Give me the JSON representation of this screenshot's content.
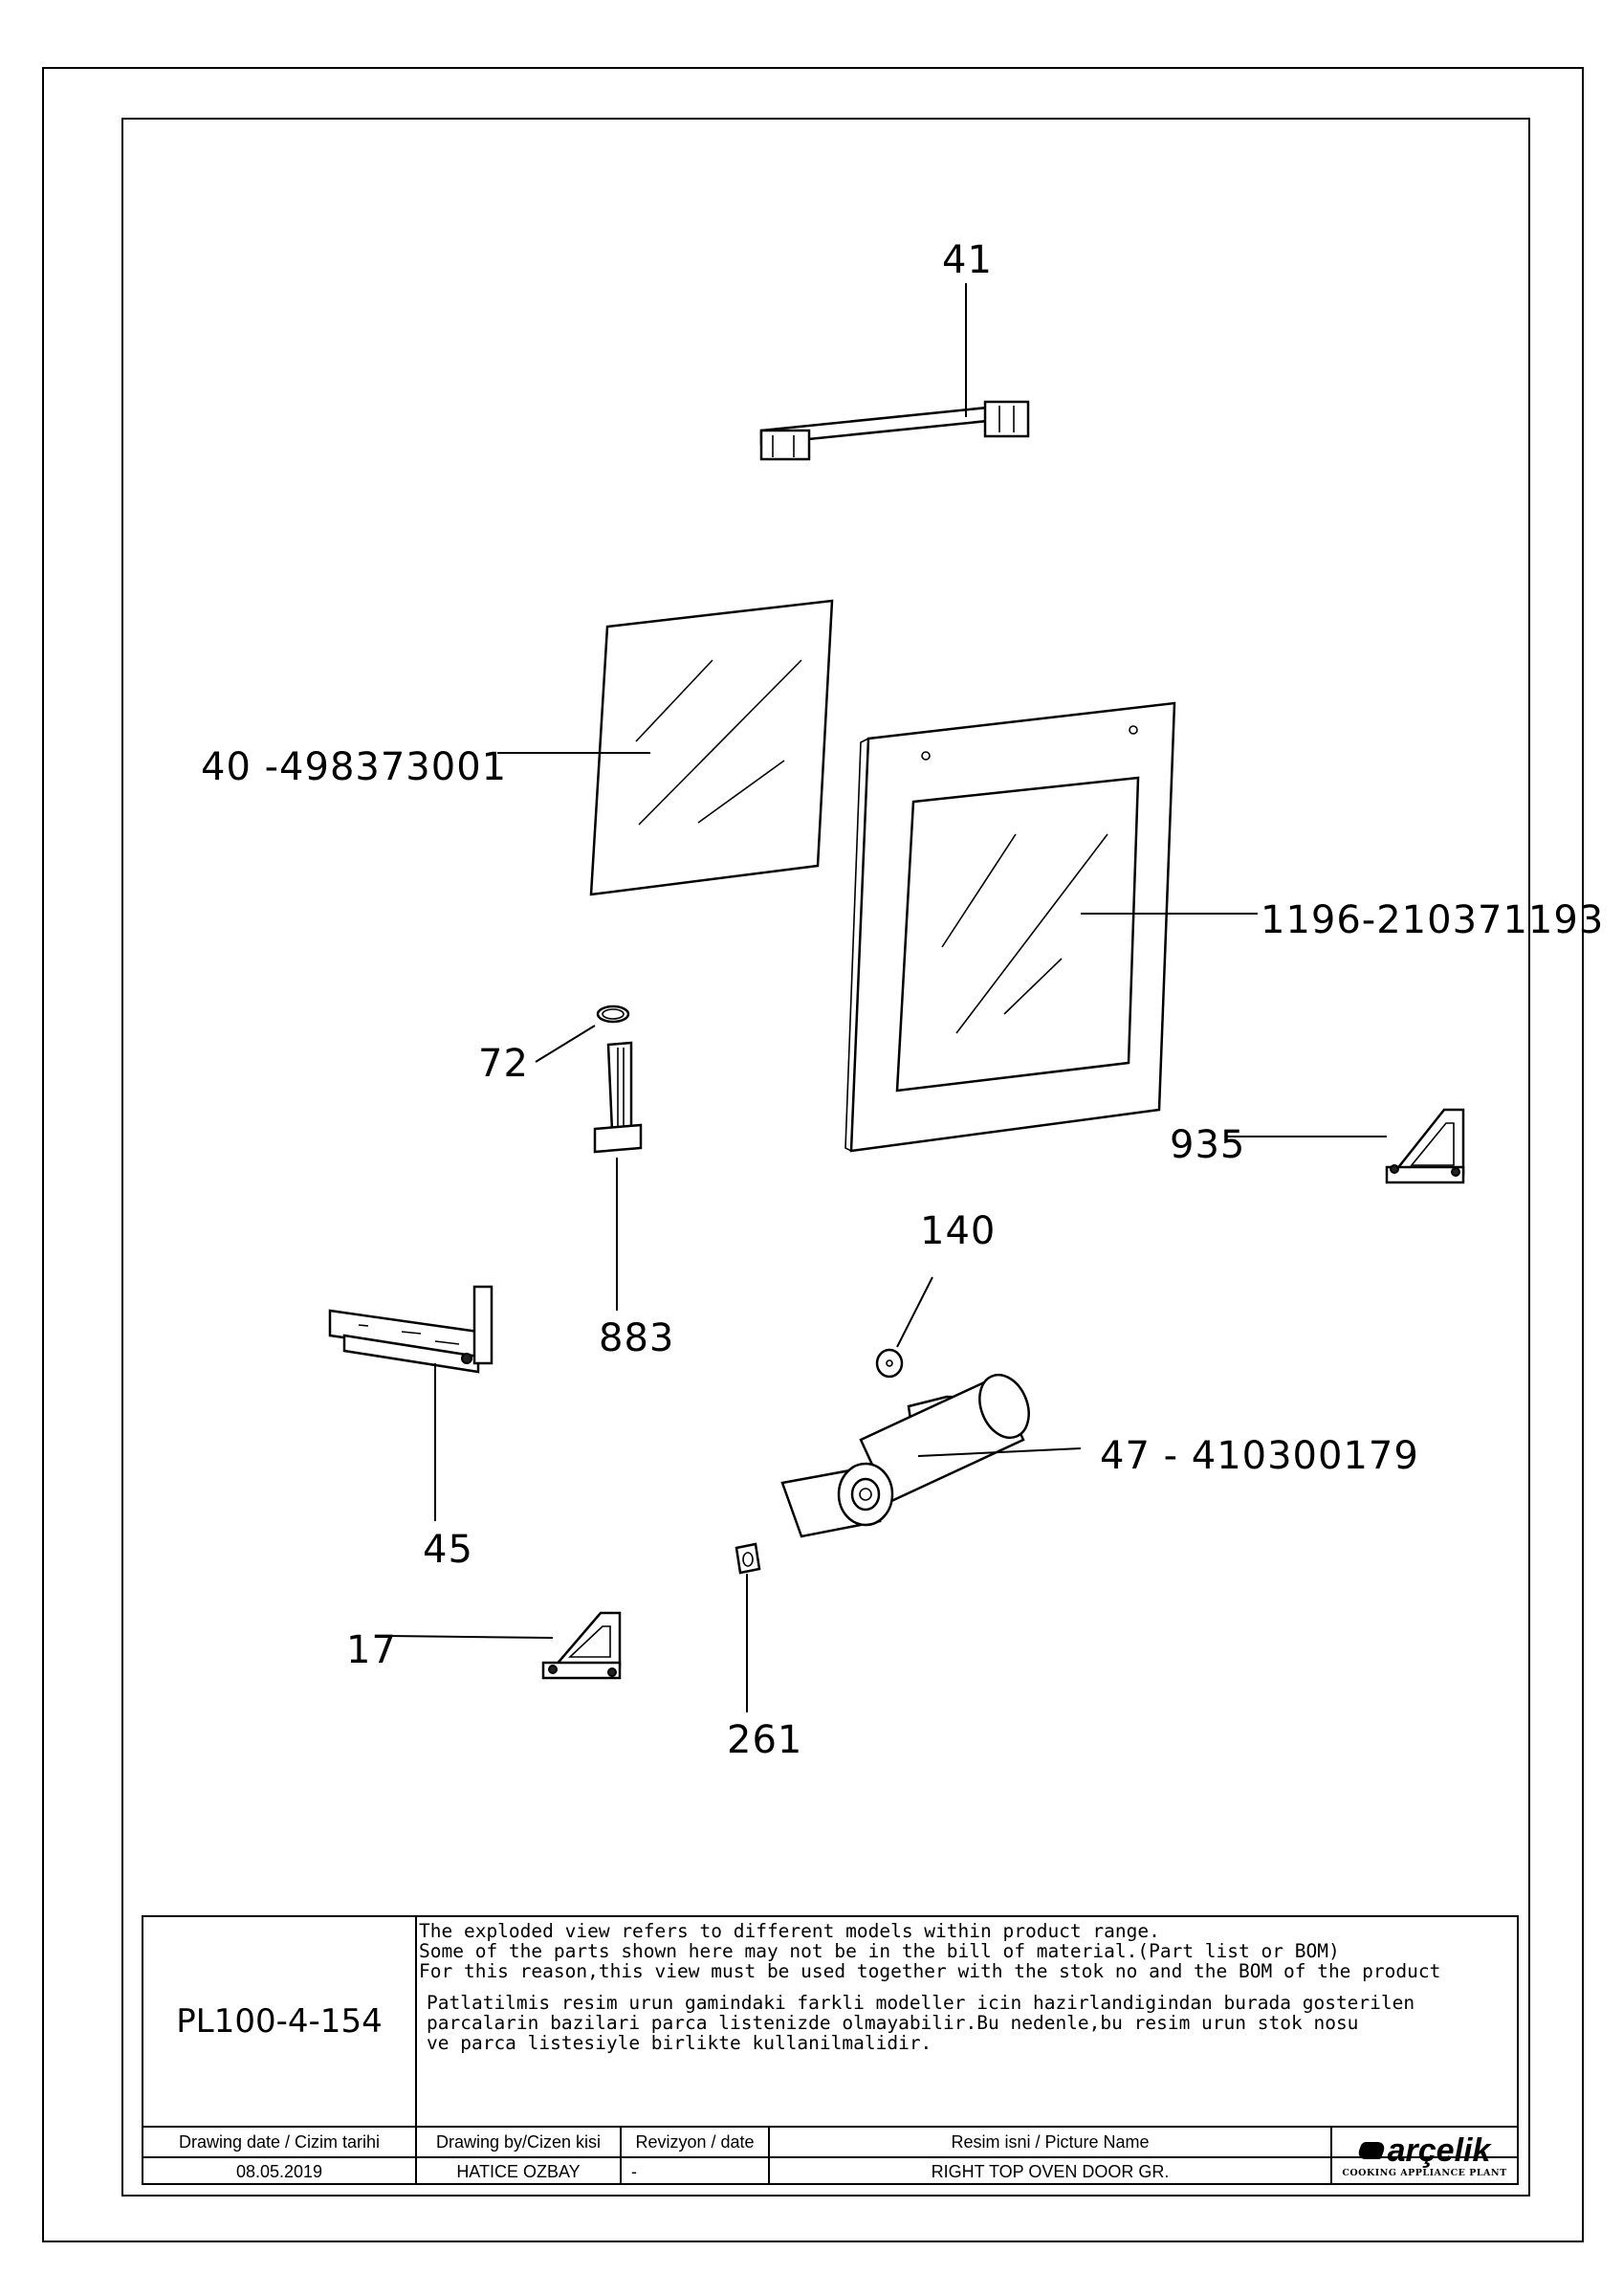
{
  "callouts": {
    "c41": "41",
    "c40": "40 -498373001",
    "c1196": "1196-210371193",
    "c72": "72",
    "c935": "935",
    "c140": "140",
    "c883": "883",
    "c47": "47 - 410300179",
    "c45": "45",
    "c17": "17",
    "c261": "261"
  },
  "title_block": {
    "drawing_code": "PL100-4-154",
    "notes_en": [
      "The exploded view refers to different models within product range.",
      "Some of the parts shown here may not be in the bill of material.(Part list or BOM)",
      "For this reason,this view must be used together with the stok no and the BOM of the product"
    ],
    "notes_tr": [
      "Patlatilmis resim urun gamindaki farkli modeller icin hazirlandigindan burada gosterilen",
      "parcalarin bazilari parca listenizde olmayabilir.Bu nedenle,bu resim urun stok nosu",
      "ve parca listesiyle birlikte kullanilmalidir."
    ],
    "headers": {
      "drawing_date": "Drawing date / Cizim tarihi",
      "drawing_by": "Drawing by/Cizen kisi",
      "revision": "Revizyon / date",
      "picture_name": "Resim isni / Picture Name"
    },
    "values": {
      "drawing_date": "08.05.2019",
      "drawing_by": "HATICE OZBAY",
      "revision": "-",
      "picture_name": "RIGHT TOP OVEN DOOR GR."
    },
    "logo": {
      "brand": "arçelik",
      "subtitle": "COOKING APPLIANCE PLANT"
    }
  }
}
